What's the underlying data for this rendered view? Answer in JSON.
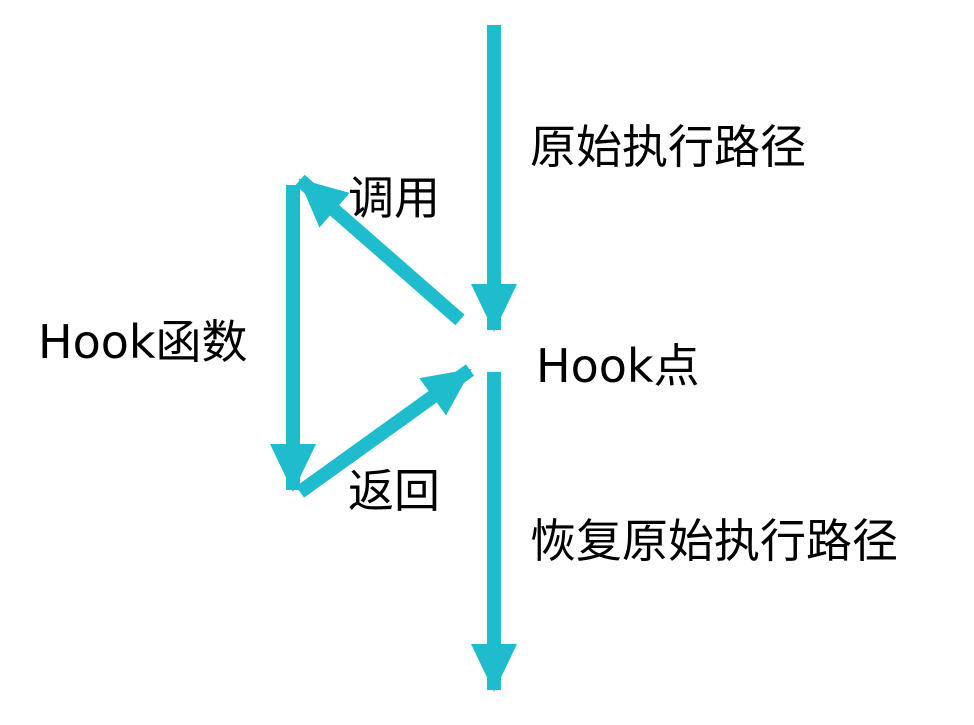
{
  "colors": {
    "arrow": "#1fbccd",
    "text": "#000000",
    "background": "#ffffff"
  },
  "labels": {
    "original_path": "原始执行路径",
    "call": "调用",
    "hook_function": "Hook函数",
    "hook_point": "Hook点",
    "return": "返回",
    "resume_path": "恢复原始执行路径"
  }
}
